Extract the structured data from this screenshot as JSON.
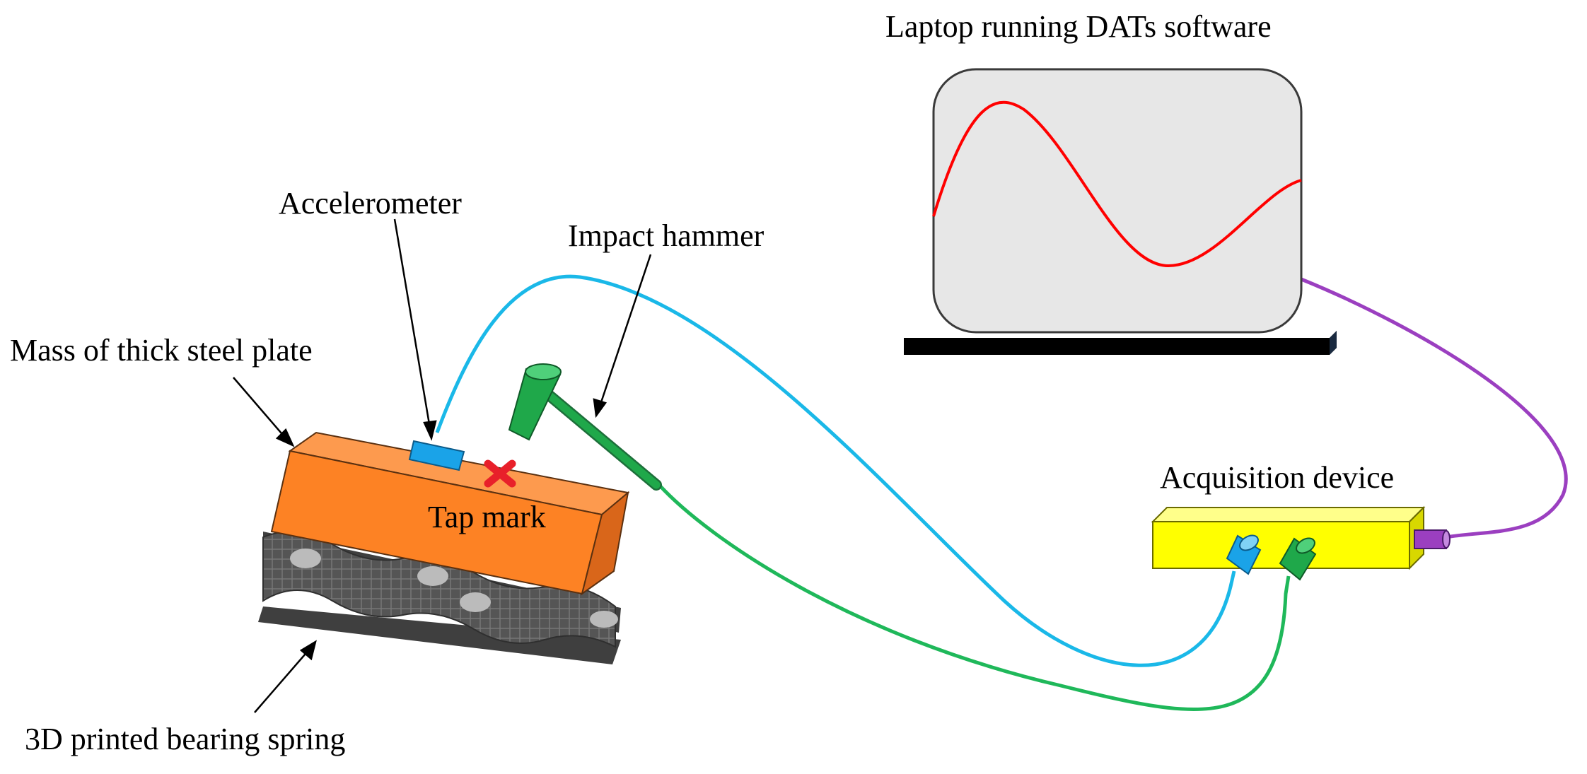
{
  "labels": {
    "laptop": "Laptop running DATs software",
    "accelerometer": "Accelerometer",
    "impact_hammer": "Impact hammer",
    "mass": "Mass of thick steel plate",
    "tap_mark": "Tap mark",
    "acquisition": "Acquisition device",
    "spring": "3D printed bearing spring"
  },
  "colors": {
    "plate_front": "#fd8224",
    "plate_top": "#fd9a4e",
    "plate_side": "#d9661a",
    "spring": "#4a4a4a",
    "accelerometer": "#1aa3e8",
    "accelerometer_cable": "#1ab8e8",
    "hammer": "#1fa84a",
    "hammer_cable": "#1fb85a",
    "tap_mark": "#e8202a",
    "screen": "#e7e7e7",
    "signal": "#ff0000",
    "stand": "#000000",
    "acquisition": "#ffff00",
    "usb_cable": "#9b3fc0"
  }
}
